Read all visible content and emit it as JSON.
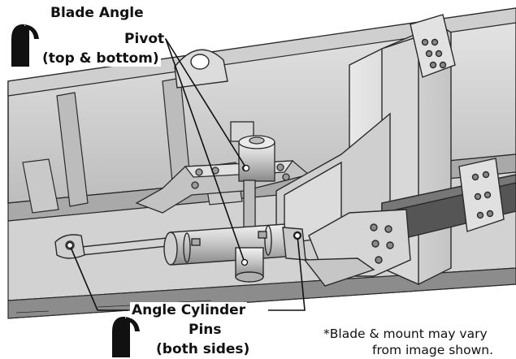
{
  "callouts": {
    "pivot": {
      "line1": "Blade Angle",
      "line2": "Pivot",
      "line3": "(top & bottom)"
    },
    "cylinder": {
      "line1": "Angle Cylinder",
      "line2": "Pins",
      "line3": "(both sides)"
    }
  },
  "note": {
    "line1": "*Blade & mount may vary",
    "line2": "from image shown."
  },
  "icons": [
    "grease-fitting-icon",
    "grease-fitting-icon"
  ],
  "colors": {
    "background": "#ffffff",
    "ink": "#111111",
    "metal_light": "#d9d9d9",
    "metal_mid": "#b5b5b5",
    "metal_dark": "#7a7a7a"
  }
}
